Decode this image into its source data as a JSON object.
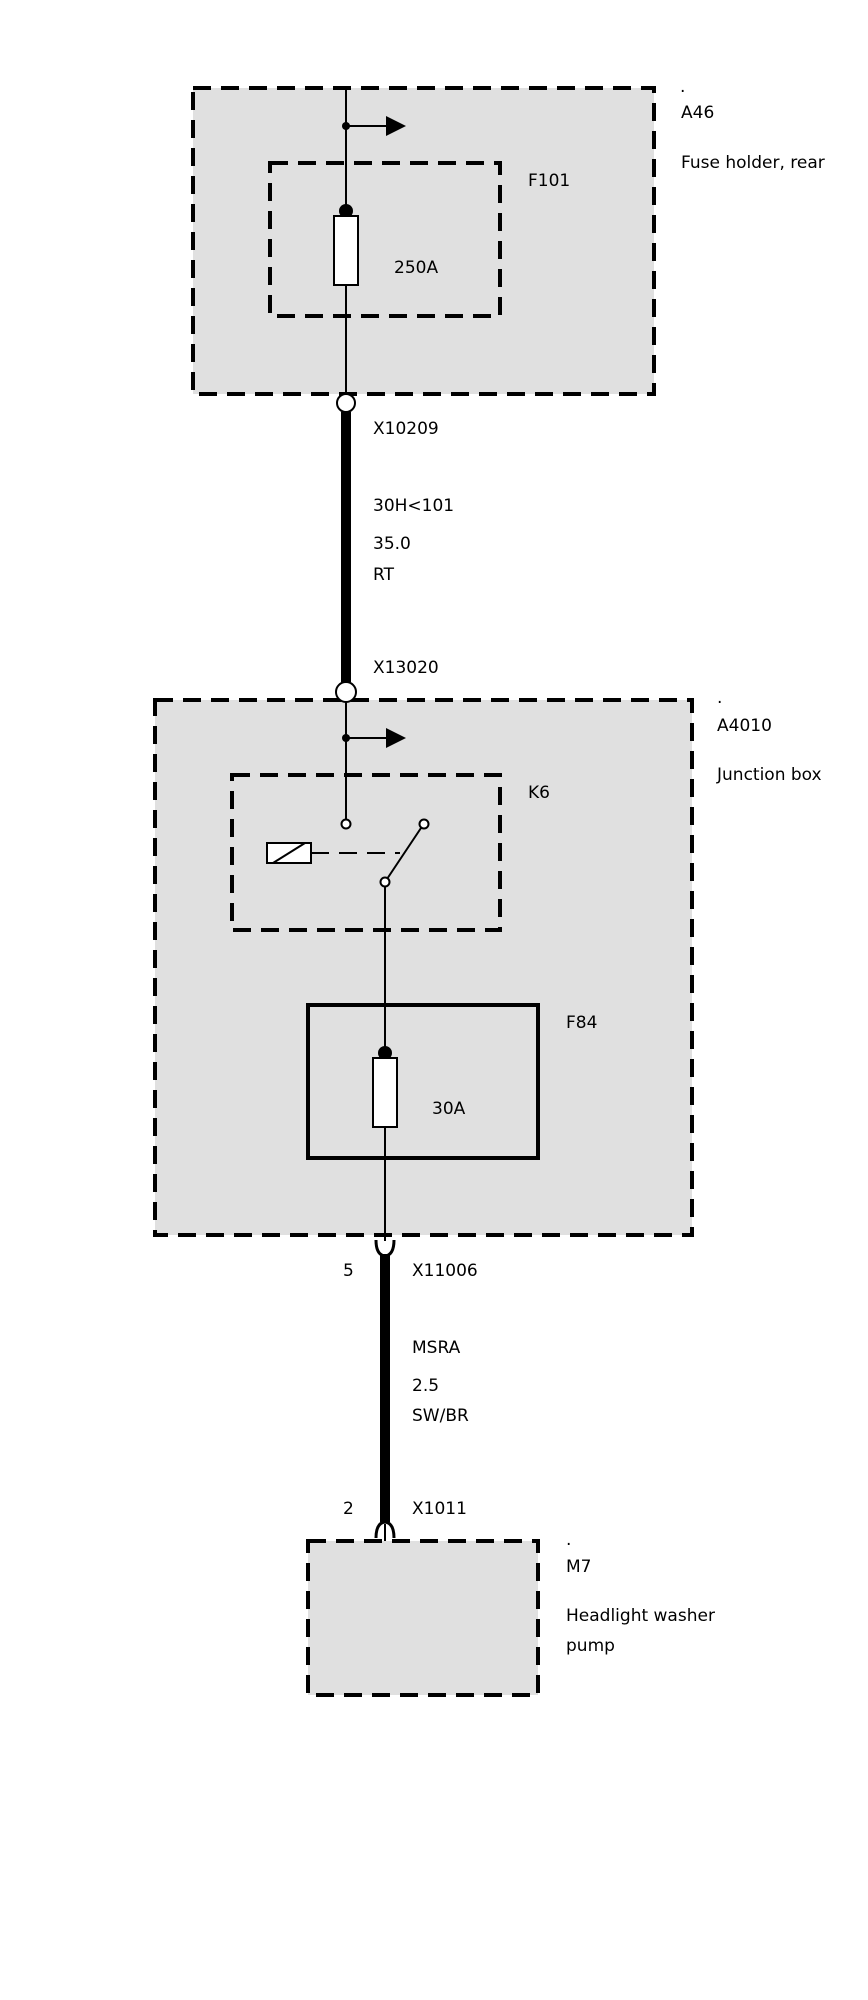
{
  "components": {
    "a46": {
      "dot": ".",
      "id": "A46",
      "description": "Fuse holder, rear",
      "fuse": {
        "id": "F101",
        "rating": "250A"
      }
    },
    "a4010": {
      "dot": ".",
      "id": "A4010",
      "description": "Junction box",
      "relay": {
        "id": "K6"
      },
      "fuse": {
        "id": "F84",
        "rating": "30A"
      }
    },
    "m7": {
      "dot": ".",
      "id": "M7",
      "description_line1": "Headlight washer",
      "description_line2": "pump"
    }
  },
  "connectors": {
    "x10209": "X10209",
    "x13020": "X13020",
    "x11006": {
      "id": "X11006",
      "pin": "5"
    },
    "x1011": {
      "id": "X1011",
      "pin": "2"
    }
  },
  "wires": {
    "upper": {
      "circuit": "30H<101",
      "cross_section": "35.0",
      "color": "RT"
    },
    "lower": {
      "circuit": "MSRA",
      "cross_section": "2.5",
      "color": "SW/BR"
    }
  },
  "colors": {
    "box_fill": "#e0e0e0",
    "line": "#000000"
  }
}
